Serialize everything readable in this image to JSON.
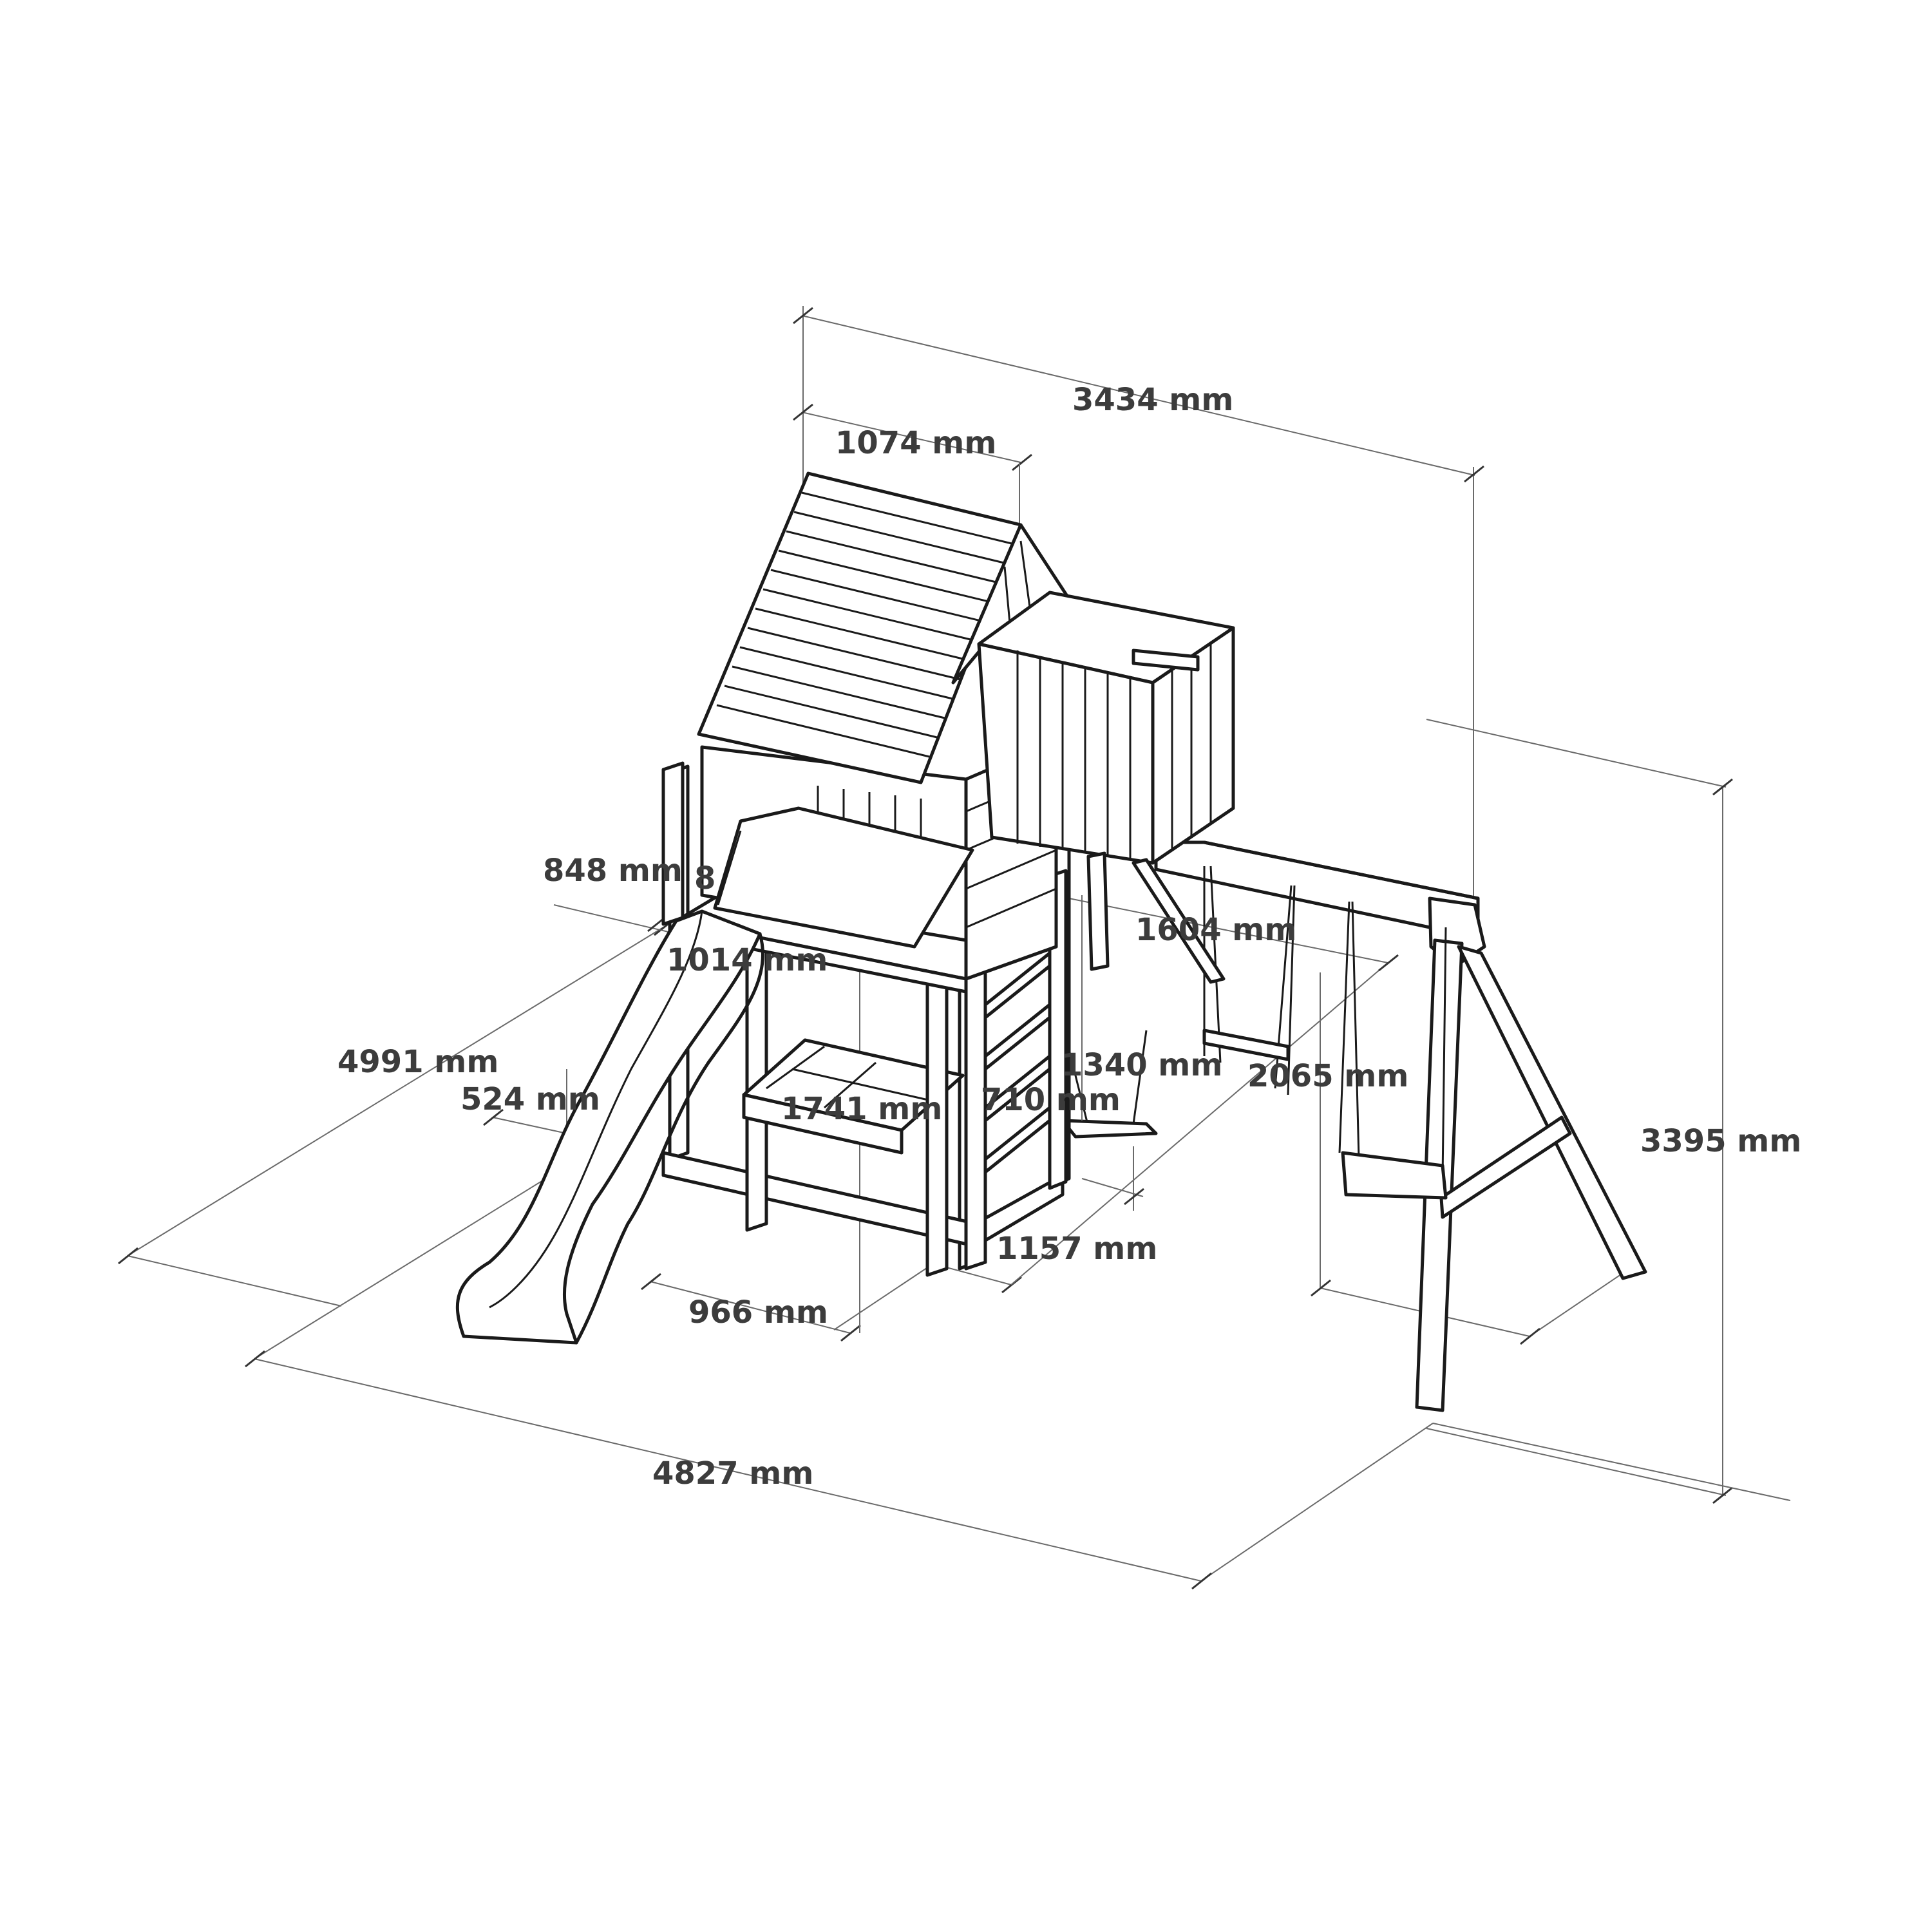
{
  "diagram": {
    "dimensions": {
      "d3434": "3434 mm",
      "d1074": "1074 mm",
      "d848": "848 mm",
      "d8": "8",
      "d1014": "1014 mm",
      "d1604": "1604 mm",
      "d4991": "4991 mm",
      "d524": "524 mm",
      "d1741": "1741 mm",
      "d710": "710 mm",
      "d1340": "1340 mm",
      "d2065": "2065 mm",
      "d3395": "3395 mm",
      "d1157": "1157 mm",
      "d966": "966 mm",
      "d4827": "4827 mm"
    }
  }
}
